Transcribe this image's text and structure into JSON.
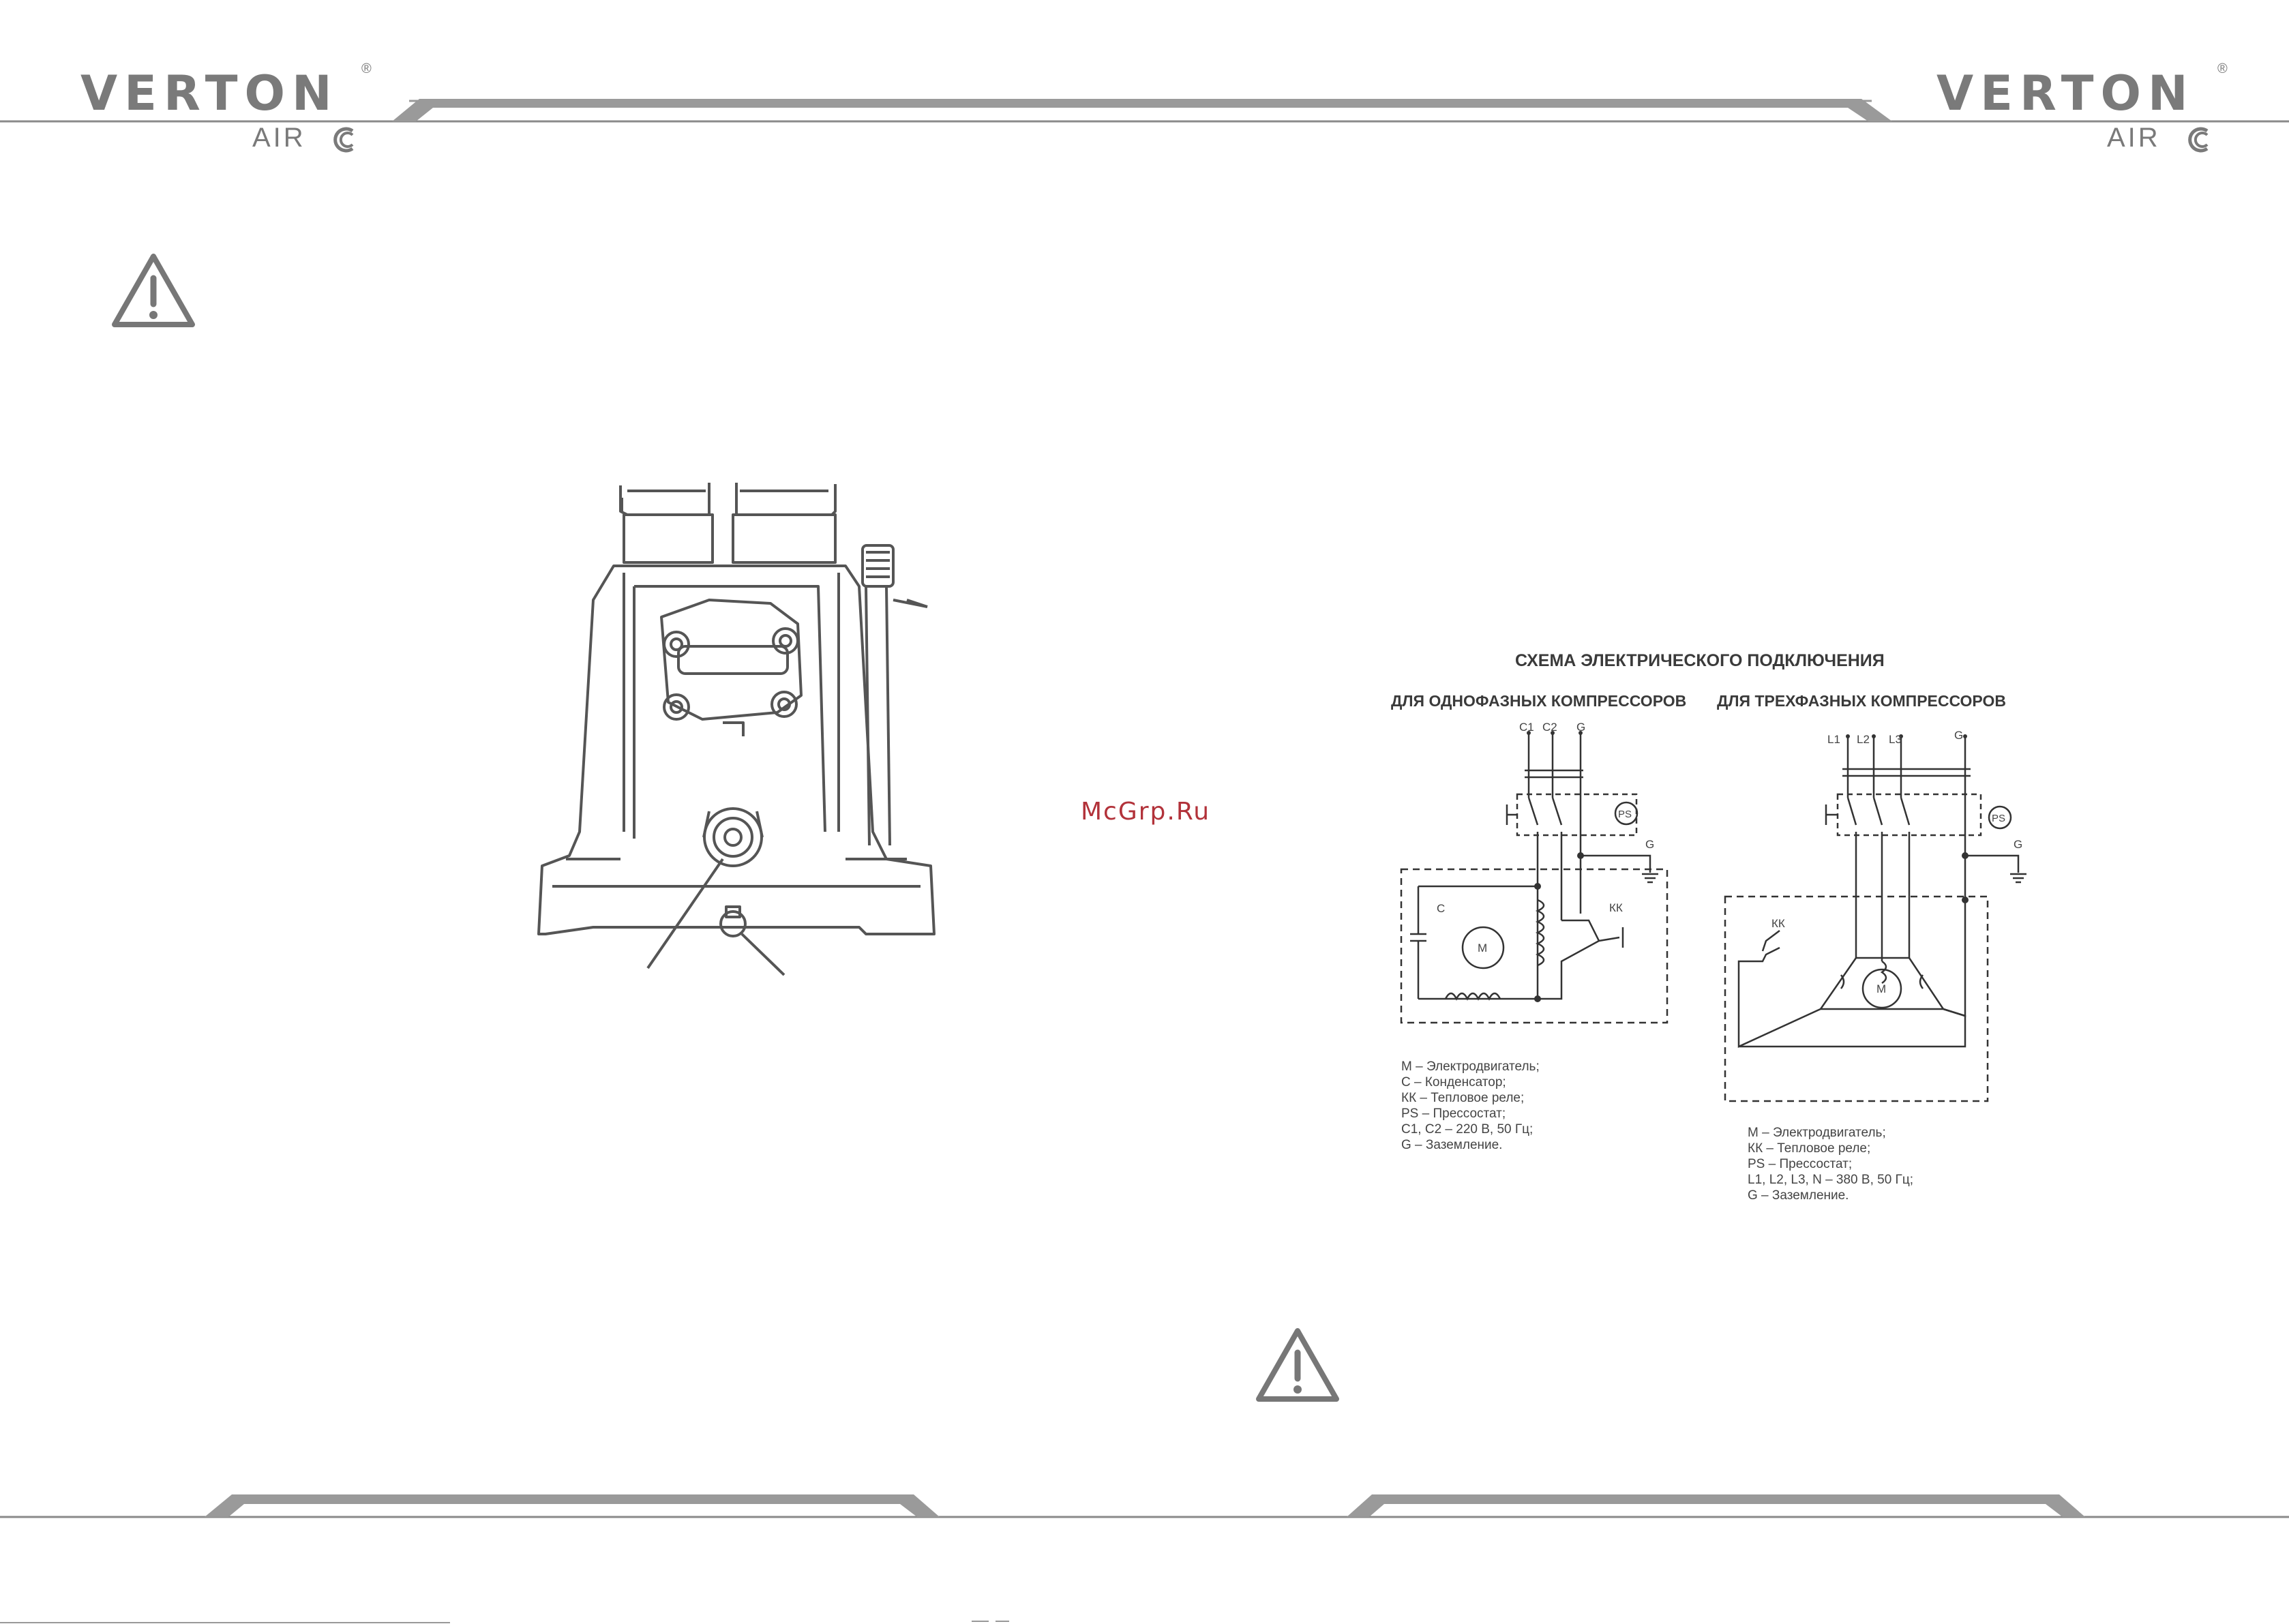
{
  "header": {
    "brand_name": "VERTON",
    "brand_sub": "AIR",
    "registered_mark": "®"
  },
  "watermark": "McGrp.Ru",
  "diagram": {
    "title": "СХЕМА ЭЛЕКТРИЧЕСКОГО ПОДКЛЮЧЕНИЯ",
    "single_phase": {
      "heading": "ДЛЯ ОДНОФАЗНЫХ КОМПРЕССОРОВ",
      "terminals": [
        "C1",
        "C2",
        "G"
      ],
      "labels": {
        "ps": "PS",
        "ground": "G",
        "capacitor": "C",
        "motor": "M",
        "relay": "КК"
      },
      "legend": [
        "M – Электродвигатель;",
        "C – Конденсатор;",
        "КК – Тепловое реле;",
        "PS – Прессостат;",
        "C1, C2 – 220 В, 50 Гц;",
        "G – Заземление."
      ]
    },
    "three_phase": {
      "heading": "ДЛЯ ТРЕХФАЗНЫХ КОМПРЕССОРОВ",
      "terminals": [
        "L1",
        "L2",
        "L3",
        "G"
      ],
      "labels": {
        "ps": "PS",
        "ground": "G",
        "motor": "M",
        "relay": "КК"
      },
      "legend": [
        "M – Электродвигатель;",
        "КК – Тепловое реле;",
        "PS – Прессостат;",
        "L1, L2, L3, N – 380 В, 50 Гц;",
        "G – Заземление."
      ]
    }
  },
  "icons": [
    "warning-triangle-icon",
    "warning-triangle-icon"
  ]
}
